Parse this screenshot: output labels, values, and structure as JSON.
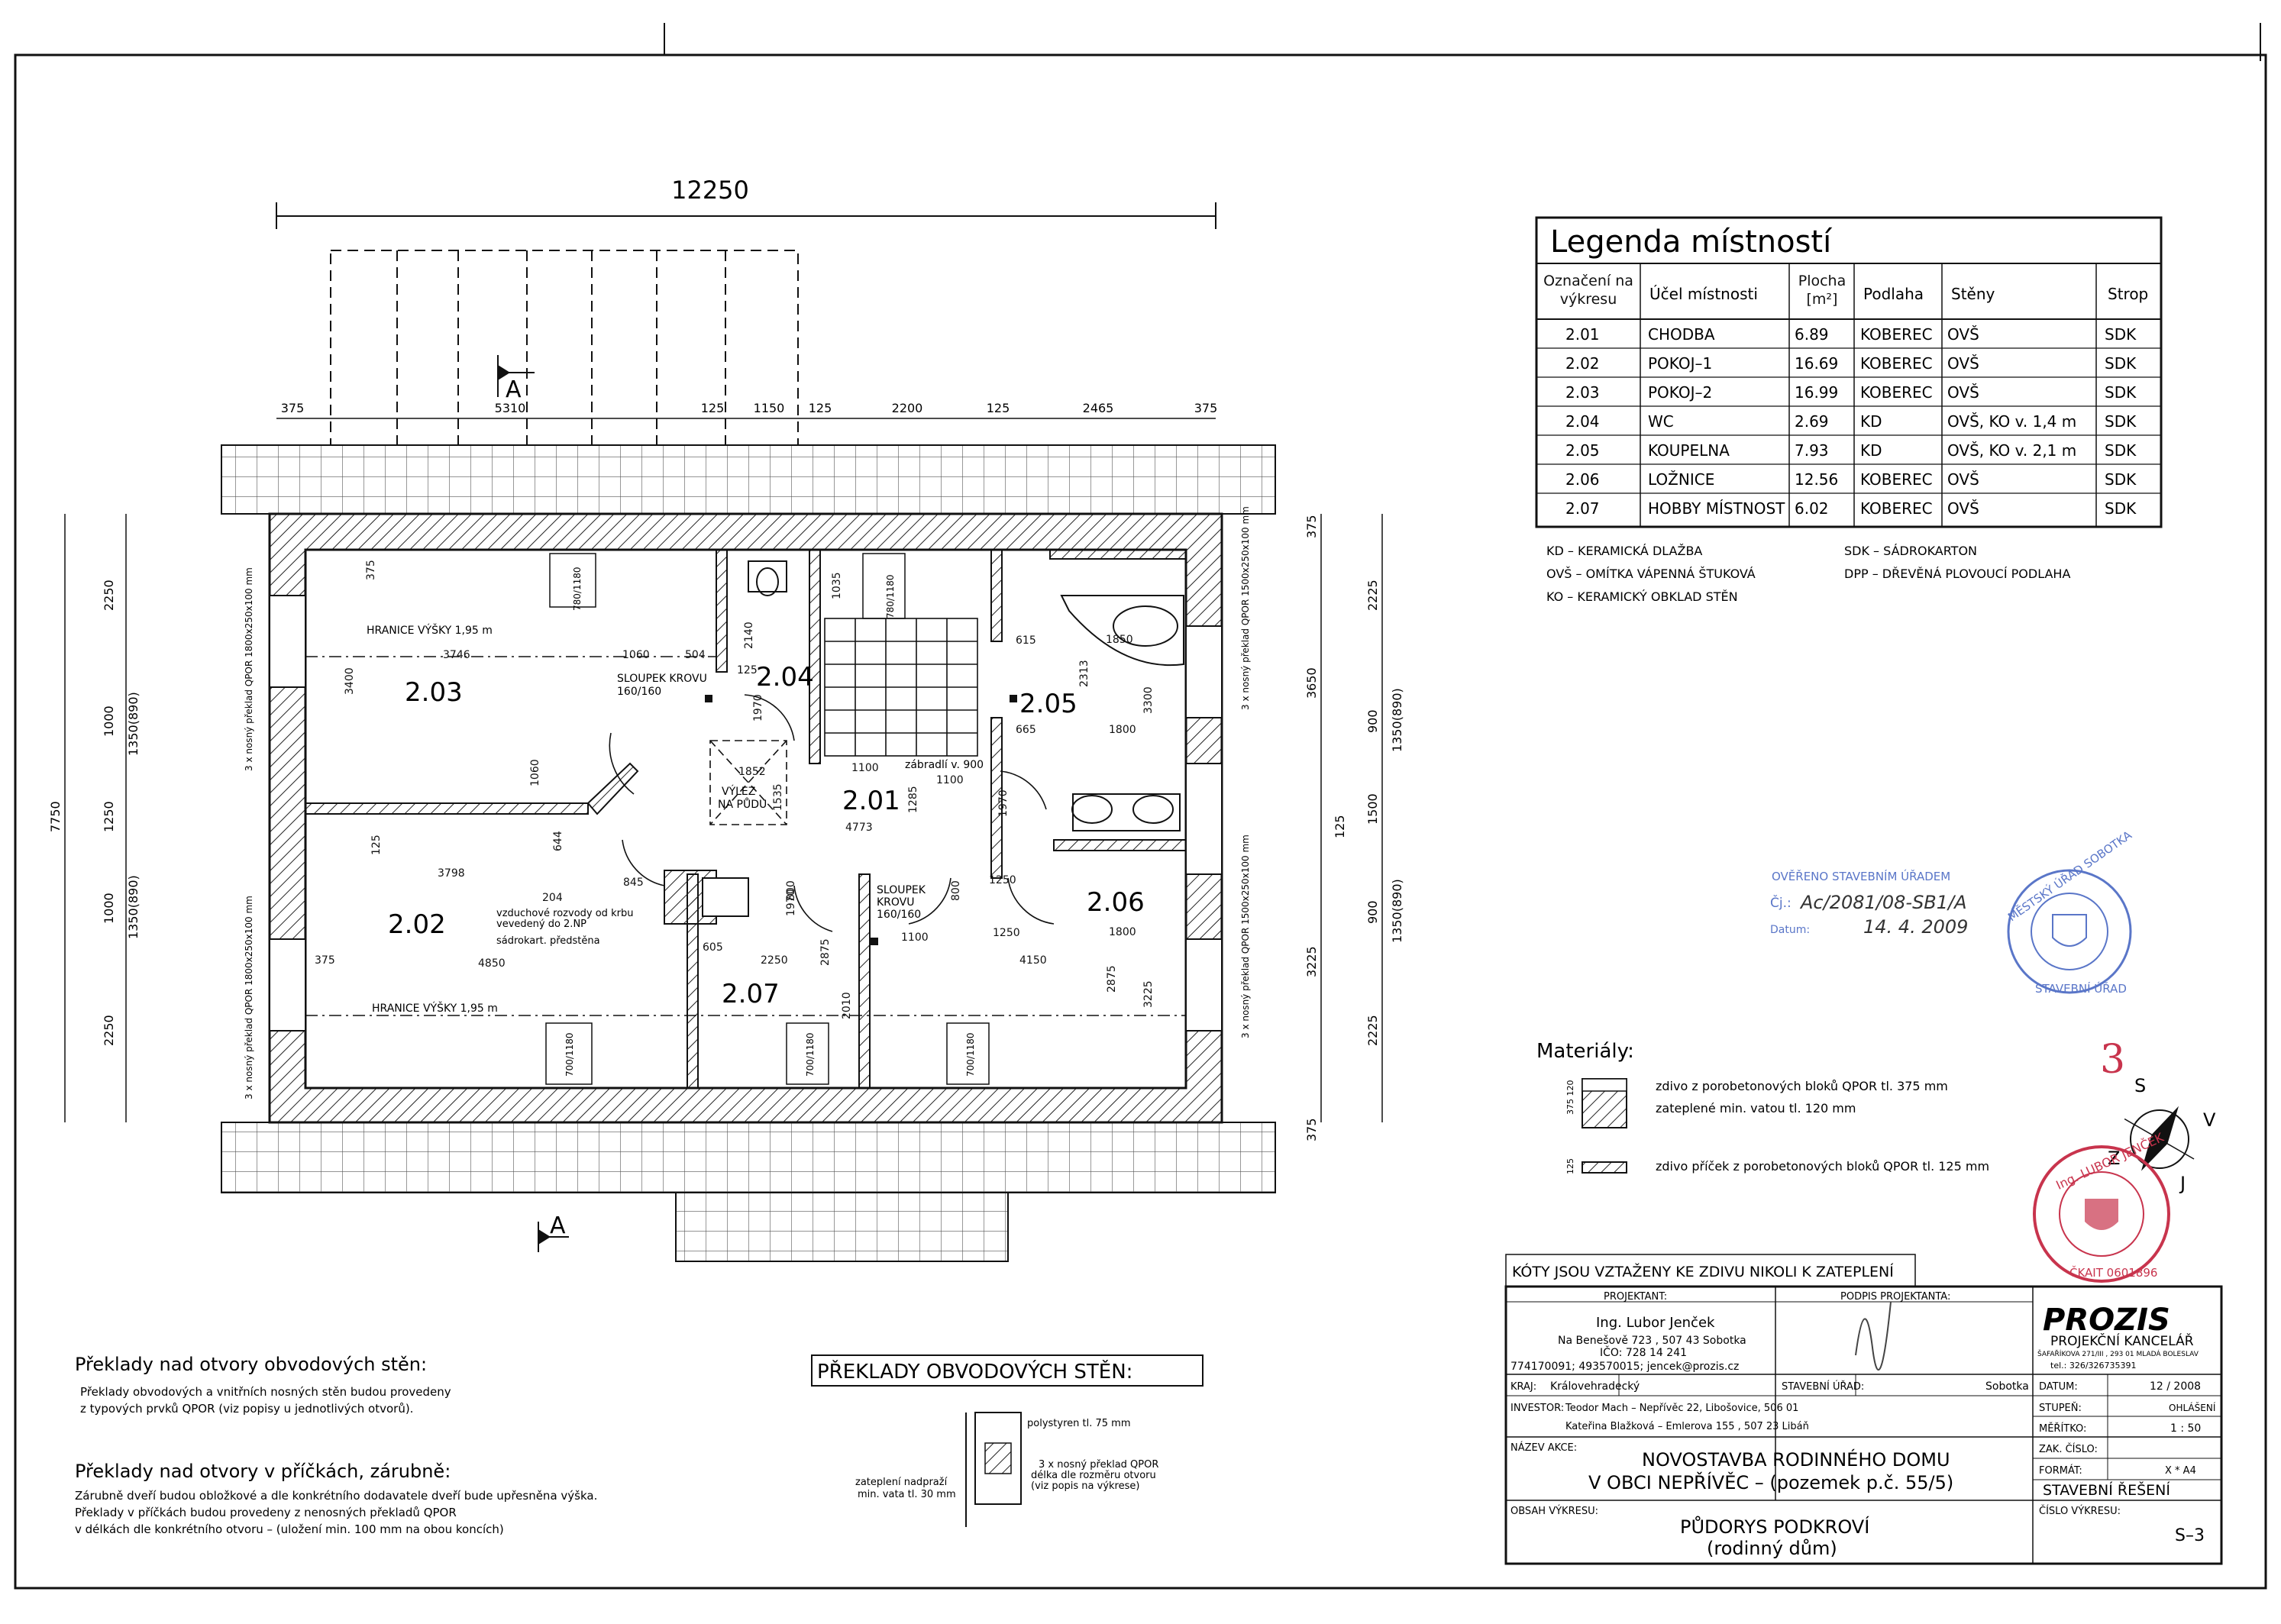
{
  "overall_dimension": "12250",
  "section_marker": "A",
  "top_dims": [
    "375",
    "5310",
    "125",
    "1150",
    "125",
    "2200",
    "125",
    "2465",
    "375"
  ],
  "left_dims": [
    "2250",
    "1000",
    "1350(890)",
    "1250",
    "1000",
    "1350(890)",
    "2250"
  ],
  "left_total": "7750",
  "right_dims_inner": [
    "375",
    "2225",
    "900",
    "1350(890)",
    "1500",
    "125",
    "900",
    "1350(890)",
    "2225",
    "375"
  ],
  "right_dims_outer": [
    "3650",
    "3225"
  ],
  "rooms": [
    {
      "code": "2.03"
    },
    {
      "code": "2.04"
    },
    {
      "code": "2.05"
    },
    {
      "code": "2.01"
    },
    {
      "code": "2.02"
    },
    {
      "code": "2.06"
    },
    {
      "code": "2.07"
    }
  ],
  "plan_labels": {
    "hranice1": "HRANICE VÝŠKY 1,95 m",
    "hranice2": "HRANICE VÝŠKY 1,95 m",
    "sloupek1": "SLOUPEK KROVU",
    "sloupek1b": "160/160",
    "sloupek2": "SLOUPEK",
    "sloupek2b": "KROVU",
    "sloupek2c": "160/160",
    "vylez": "VÝLEZ",
    "napudu": "NA PŮDU",
    "zabradli": "zábradlí v. 900",
    "vzduch1": "vzduchové rozvody od krbu",
    "vzduch2": "vevedený do 2.NP",
    "sadrokart": "sádrokart. předstěna",
    "preklad_left_top": "3 x nosný překlad QPOR 1800x250x100 mm",
    "preklad_left_bot": "3 x nosný překlad QPOR 1800x250x100 mm",
    "preklad_right_top": "3 x nosný překlad QPOR 1500x250x100 mm",
    "preklad_right_bot": "3 x nosný překlad QPOR 1500x250x100 mm",
    "window": "700/1180",
    "window2": "780/1180"
  },
  "plan_dims": [
    "3746",
    "1060",
    "504",
    "3400",
    "3798",
    "4850",
    "644",
    "204",
    "845",
    "1850",
    "1100",
    "1100",
    "4773",
    "1285",
    "1535",
    "605",
    "2250",
    "2875",
    "1250",
    "1100",
    "1250",
    "4150",
    "1800",
    "1800",
    "665",
    "615",
    "2313",
    "3300",
    "3225",
    "2875",
    "1970",
    "1970",
    "800",
    "800",
    "125",
    "125",
    "375",
    "375",
    "1060",
    "2010",
    "1035",
    "2140",
    "1852",
    "1970"
  ],
  "legend": {
    "title": "Legenda místností",
    "headers": [
      "Označení na výkresu",
      "Účel místnosti",
      "Plocha [m²]",
      "Podlaha",
      "Stěny",
      "Strop"
    ],
    "rows": [
      [
        "2.01",
        "CHODBA",
        "6.89",
        "KOBEREC",
        "OVŠ",
        "SDK"
      ],
      [
        "2.02",
        "POKOJ–1",
        "16.69",
        "KOBEREC",
        "OVŠ",
        "SDK"
      ],
      [
        "2.03",
        "POKOJ–2",
        "16.99",
        "KOBEREC",
        "OVŠ",
        "SDK"
      ],
      [
        "2.04",
        "WC",
        "2.69",
        "KD",
        "OVŠ, KO v. 1,4 m",
        "SDK"
      ],
      [
        "2.05",
        "KOUPELNA",
        "7.93",
        "KD",
        "OVŠ, KO v. 2,1 m",
        "SDK"
      ],
      [
        "2.06",
        "LOŽNICE",
        "12.56",
        "KOBEREC",
        "OVŠ",
        "SDK"
      ],
      [
        "2.07",
        "HOBBY MÍSTNOST",
        "6.02",
        "KOBEREC",
        "OVŠ",
        "SDK"
      ]
    ],
    "abbr_left": [
      "KD – KERAMICKÁ DLAŽBA",
      "OVŠ – OMÍTKA VÁPENNÁ ŠTUKOVÁ",
      "KO – KERAMICKÝ OBKLAD STĚN"
    ],
    "abbr_right": [
      "SDK – SÁDROKARTON",
      "DPP – DŘEVĚNÁ PLOVOUCÍ PODLAHA"
    ]
  },
  "stamp_blue": {
    "line1": "OVĚŘENO STAVEBNÍM ÚŘADEM",
    "cj_label": "Čj.:",
    "cj_value": "Ac/2081/08-SB1/A",
    "datum_label": "Datum:",
    "datum_value": "14. 4. 2009",
    "round": "MĚSTSKÝ ÚŘAD SOBOTKA",
    "round2": "STAVEBNÍ ÚŘAD"
  },
  "sheet_number_red": "3",
  "north": {
    "s": "S",
    "v": "V",
    "j": "J",
    "z": "Z"
  },
  "stamp_red": {
    "line1": "Ing. LUBOR JENČEK",
    "line2": "ČKAIT 0601896"
  },
  "materials": {
    "title": "Materiály:",
    "item1a": "zdivo z porobetonových bloků QPOR tl. 375 mm",
    "item1b": "zateplené  min. vatou tl. 120 mm",
    "item2": "zdivo příček z porobetonových bloků QPOR tl. 125 mm",
    "dims1": "375 120",
    "dims2": "125"
  },
  "koty_note": "KÓTY JSOU VZTAŽENY KE ZDIVU NIKOLI K ZATEPLENÍ",
  "titleblock": {
    "projektant_label": "PROJEKTANT:",
    "podpis_label": "PODPIS PROJEKTANTA:",
    "projektant_name": "Ing. Lubor Jenček",
    "projektant_addr": "Na Benešově 723 , 507 43 Sobotka",
    "projektant_ico": "IČO: 728 14 241",
    "projektant_contact": "774170091; 493570015; jencek@prozis.cz",
    "logo": "PROZIS",
    "logo_sub": "PROJEKČNÍ KANCELÁŘ",
    "logo_addr": "ŠAFAŘÍKOVA 271/III , 293 01 MLADÁ BOLESLAV",
    "logo_tel": "tel.: 326/326735391",
    "kraj_label": "KRAJ:",
    "kraj": "Královehradecký",
    "su_label": "STAVEBNÍ ÚŘAD:",
    "su": "Sobotka",
    "datum_label": "DATUM:",
    "datum": "12  /  2008",
    "investor_label": "INVESTOR:",
    "investor1": "Teodor Mach – Nepřívěc 22, Libošovice, 506 01",
    "investor2": "Kateřina Blažková – Emlerova 155 , 507 23 Libáň",
    "stupen_label": "STUPEŇ:",
    "stupen": "OHLÁŠENÍ",
    "meritko_label": "MĚŘÍTKO:",
    "meritko": "1 : 50",
    "akce_label": "NÁZEV AKCE:",
    "akce1": "NOVOSTAVBA RODINNÉHO DOMU",
    "akce2": "V OBCI NEPŘÍVĚC – (pozemek p.č. 55/5)",
    "zak_label": "ZAK. ČÍSLO:",
    "format_label": "FORMÁT:",
    "format": "X * A4",
    "reseni": "STAVEBNÍ  ŘEŠENÍ",
    "obsah_label": "OBSAH VÝKRESU:",
    "obsah1": "PŮDORYS PODKROVÍ",
    "obsah2": "(rodinný dům)",
    "cislo_label": "ČÍSLO VÝKRESU:",
    "cislo": "S–3"
  },
  "notes": {
    "h1": "Překlady nad otvory obvodových stěn:",
    "p1a": "Překlady obvodových a vnitřních nosných stěn budou provedeny",
    "p1b": "z typových prvků QPOR (viz popisy u jednotlivých otvorů).",
    "h2": "Překlady nad otvory v příčkách, zárubně:",
    "p2a": "Zárubně dveří budou obložkové a dle konkrétního dodavatele dveří bude upřesněna výška.",
    "p2b": "Překlady v příčkách budou provedeny z nenosných překladů QPOR",
    "p2c": "v délkách dle konkrétního otvoru – (uložení min. 100 mm na obou koncích)"
  },
  "detail": {
    "title": "PŘEKLADY OBVODOVÝCH STĚN:",
    "l1": "polystyren tl. 75 mm",
    "l2": "3 x nosný překlad QPOR",
    "l3": "délka dle rozměru otvoru",
    "l4": "(viz popis na výkrese)",
    "l5": "zateplení nadpraží",
    "l6": "min. vata tl. 30 mm"
  }
}
